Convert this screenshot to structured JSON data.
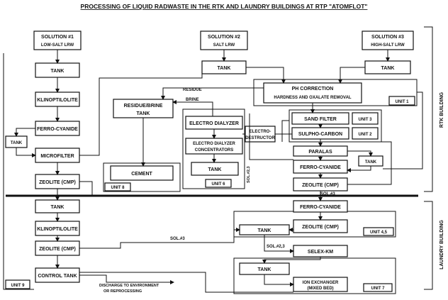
{
  "title": "PROCESSING OF LIQUID RADWASTE IN THE RTK AND LAUNDRY BUILDINGS AT RTP \"ATOMFLOT\"",
  "buildings": {
    "rtk": "RTK BUILDING",
    "laundry": "LAUNDRY BUILDING"
  },
  "solutions": {
    "s1": {
      "name": "SOLUTION #1",
      "type": "LOW-SALT LRW"
    },
    "s2": {
      "name": "SOLUTION #2",
      "type": "SALT LRW"
    },
    "s3": {
      "name": "SOLUTION #3",
      "type": "HIGH-SALT LRW"
    }
  },
  "boxes": {
    "tank": "TANK",
    "klinoptilolite": "KLINOPTILOLITE",
    "ferrocyanide": "FERRO-CYANIDE",
    "microfilter": "MICROFILTER",
    "zeolite_cmp": "ZEOLITE (CMP)",
    "ph_correction": "PH CORRECTION",
    "hardness_removal": "HARDNESS AND OXALATE REMOVAL",
    "residue_tank_1": "RESIDUE/BRINE",
    "residue_tank_2": "TANK",
    "cement": "CEMENT",
    "electro_dialyzer": "ELECTRO DIALYZER",
    "ed_conc_1": "ELECTRO DIALYZER",
    "ed_conc_2": "CONCENTRATORS",
    "electro_destructor_1": "ELECTRO-",
    "electro_destructor_2": "DESTRUCTOR",
    "sand_filter": "SAND FILTER",
    "sulpho_carbon": "SULPHO-CARBON",
    "paralas": "PARALAS",
    "control_tank": "CONTROL TANK",
    "selex_km": "SELEX-KM",
    "ion_exchanger_1": "ION EXCHANGER",
    "ion_exchanger_2": "(MIXED BED)"
  },
  "units": {
    "u1": "UNIT 1",
    "u2": "UNIT 2",
    "u3": "UNIT 3",
    "u45": "UNIT 4,5",
    "u6": "UNIT 6",
    "u7": "UNIT 7",
    "u8": "UNIT 8",
    "u9": "UNIT 9"
  },
  "flow_labels": {
    "residue": "RESIDUE",
    "brine": "BRINE",
    "sol23_vertical": "SOL.#2,3",
    "sol3_right": "SOL.#3",
    "sol3_left": "SOL.#3",
    "sol23_lower": "SOL.#2,3",
    "discharge_1": "DISCHARGE TO ENVIRONMENT",
    "discharge_2": "OR REPROCESSING"
  }
}
